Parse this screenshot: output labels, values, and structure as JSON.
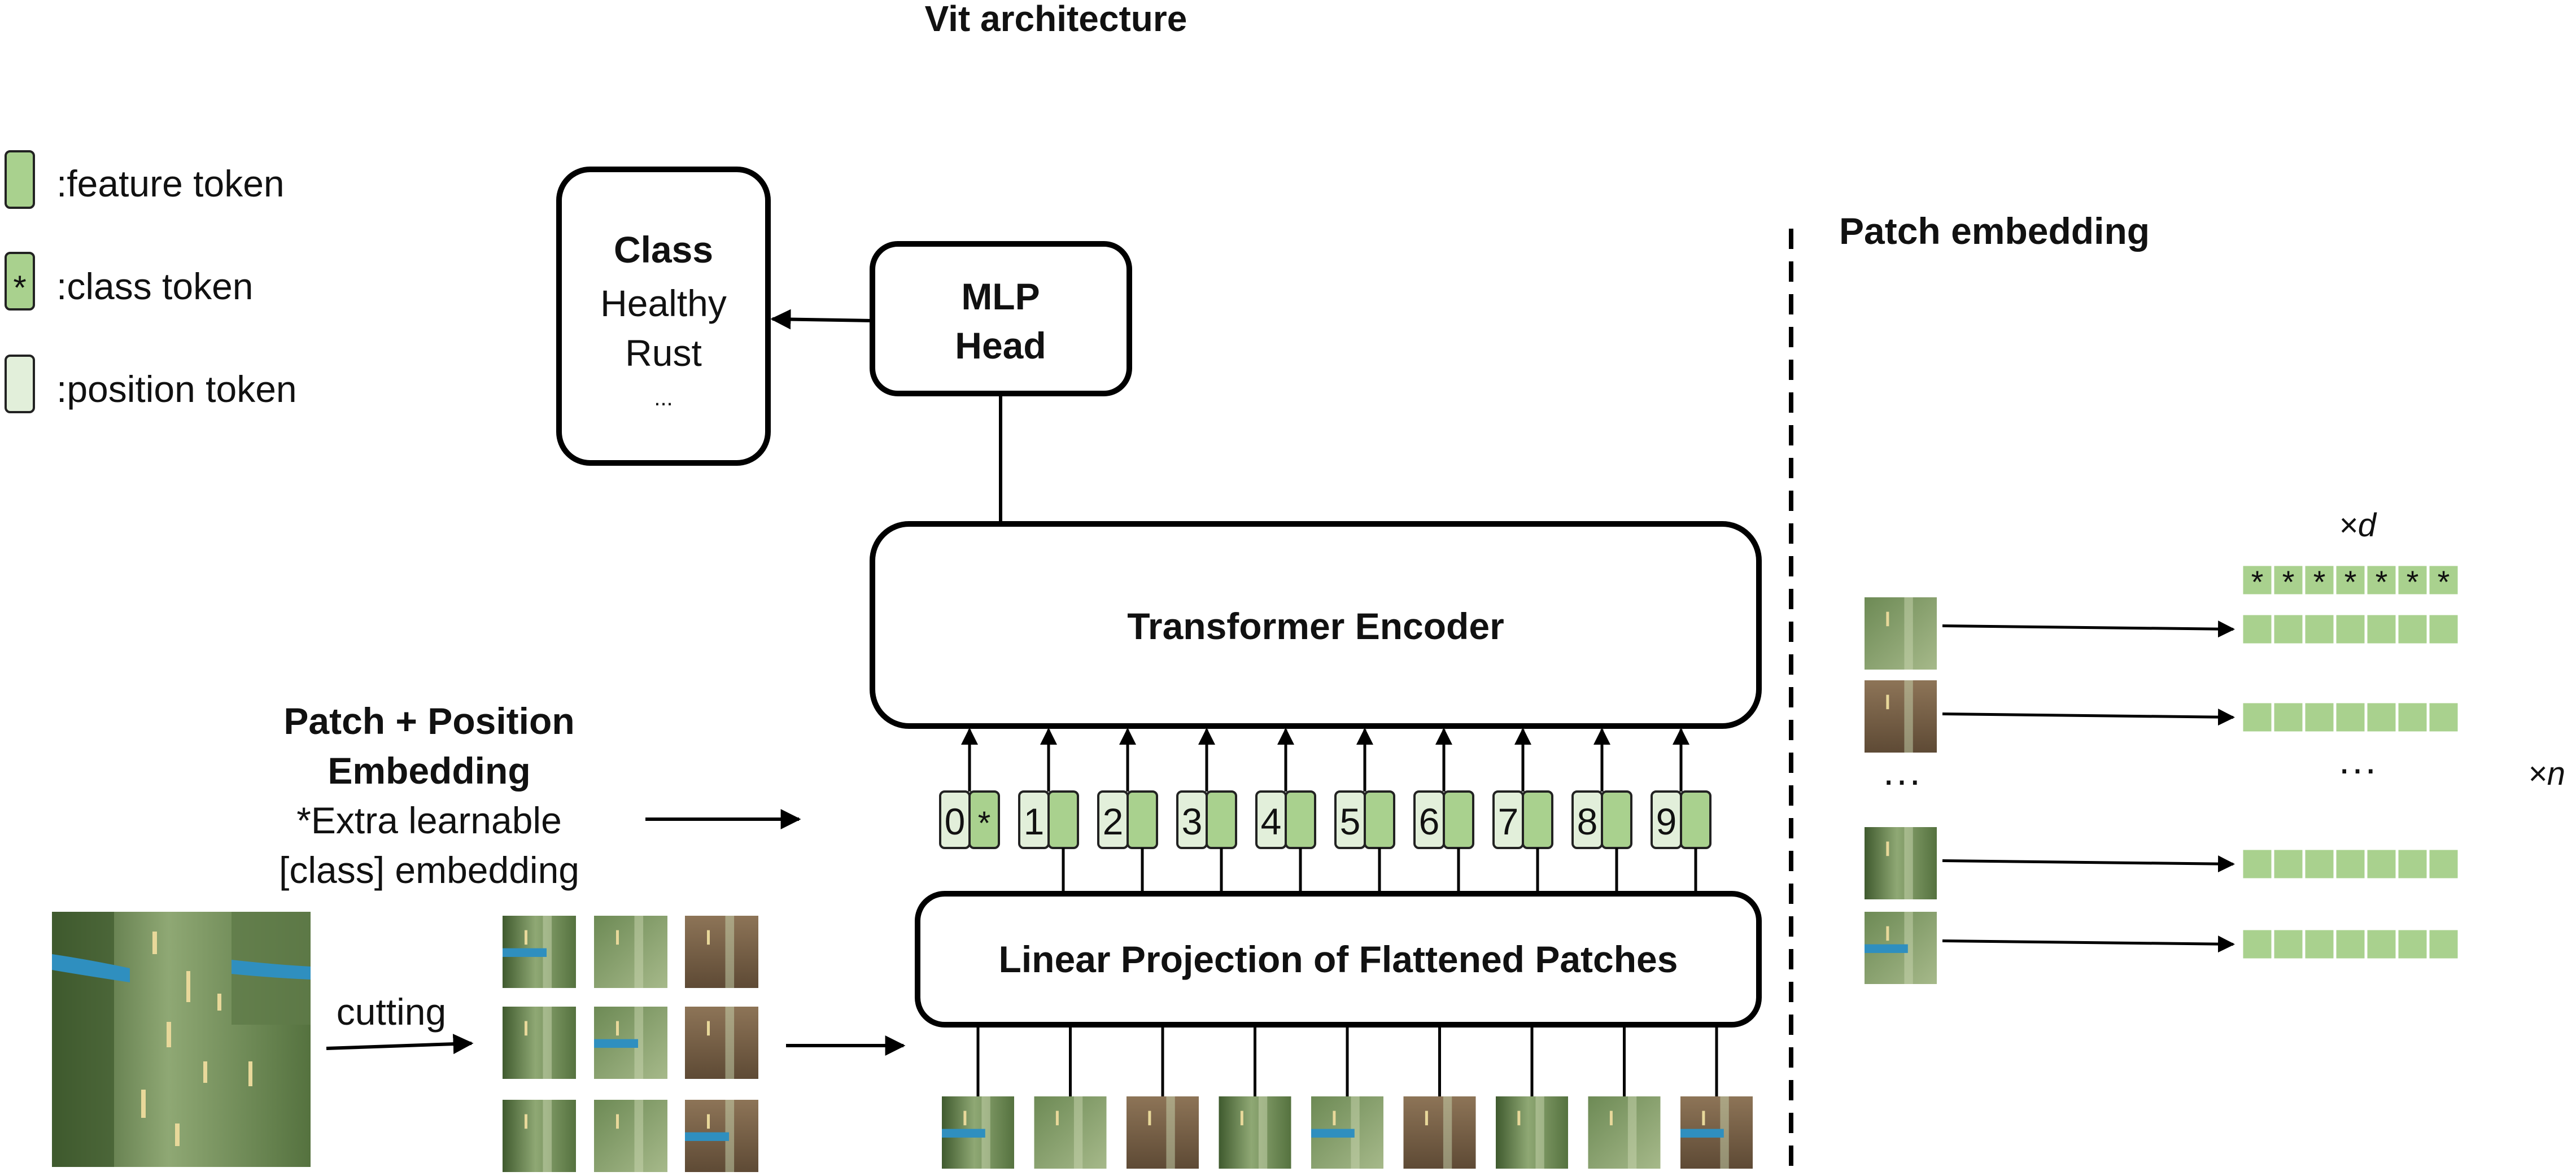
{
  "title": "Vit architecture",
  "legend": [
    {
      "kind": "feature",
      "label": ":feature token"
    },
    {
      "kind": "class",
      "label": ":class token",
      "glyph": "*"
    },
    {
      "kind": "position",
      "label": ":position token"
    }
  ],
  "class_box": {
    "heading": "Class",
    "items": [
      "Healthy",
      "Rust",
      "..."
    ]
  },
  "mlp_head": {
    "line1": "MLP",
    "line2": "Head"
  },
  "transformer_encoder": "Transformer Encoder",
  "linear_projection": "Linear Projection of Flattened Patches",
  "patch_position": {
    "line1": "Patch + Position",
    "line2": "Embedding",
    "line3": "*Extra learnable",
    "line4": "[class] embedding"
  },
  "cutting_label": "cutting",
  "tokens": [
    "0",
    "1",
    "2",
    "3",
    "4",
    "5",
    "6",
    "7",
    "8",
    "9"
  ],
  "class_glyph": "*",
  "patch_embedding": {
    "title": "Patch embedding",
    "times_d": "×d",
    "times_n": "×n",
    "ellipsis": "···",
    "vector_cells": 7,
    "rows": 4
  },
  "colors": {
    "feature": "#a9d18e",
    "position": "#e2efda",
    "leaf_dark": "#4f6a3a",
    "leaf_mid": "#7f9a64",
    "soil": "#7a6248",
    "tag_blue": "#2f8fbf"
  }
}
